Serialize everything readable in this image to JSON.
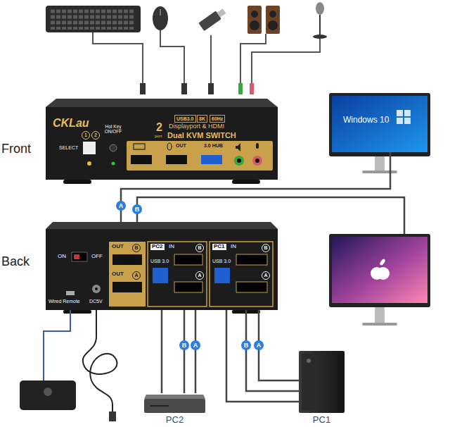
{
  "diagram": {
    "nodes": [
      {
        "text": [
          "Front"
        ]
      },
      {
        "text": [
          "Windows 10"
        ]
      },
      {
        "text": [
          "Back"
        ]
      },
      {
        "text": [
          "PC2"
        ]
      },
      {
        "text": [
          "PC1"
        ]
      }
    ],
    "edges": [
      {
        "from": 2,
        "to": 1,
        "label": "A",
        "arrow": "none"
      },
      {
        "from": 2,
        "to": 3,
        "arrow": "none"
      },
      {
        "from": 2,
        "to": 3,
        "label": "B",
        "arrow": "none"
      },
      {
        "from": 2,
        "to": 3,
        "label": "A",
        "arrow": "none"
      },
      {
        "from": 2,
        "to": 4,
        "arrow": "none"
      },
      {
        "from": 2,
        "to": 4,
        "label": "B",
        "arrow": "none"
      },
      {
        "from": 2,
        "to": 4,
        "label": "A",
        "arrow": "none"
      }
    ],
    "labels": [
      "CKLau",
      "USB3.0",
      "8K",
      "60Hz",
      "Displayport & HDMI",
      "2",
      "port",
      "Dual KVM SWITCH",
      "1",
      "2",
      "SELECT",
      "Hot Key ON/OFF",
      "OUT",
      "3.0 HUB",
      "ON",
      "OFF",
      "OUT",
      "B",
      "OUT",
      "A",
      "PC2",
      "IN",
      "B",
      "USB 3.0",
      "A",
      "PC1",
      "IN",
      "B",
      "USB 3.0",
      "A",
      "Wired Remote",
      "DC5V",
      "B"
    ]
  }
}
